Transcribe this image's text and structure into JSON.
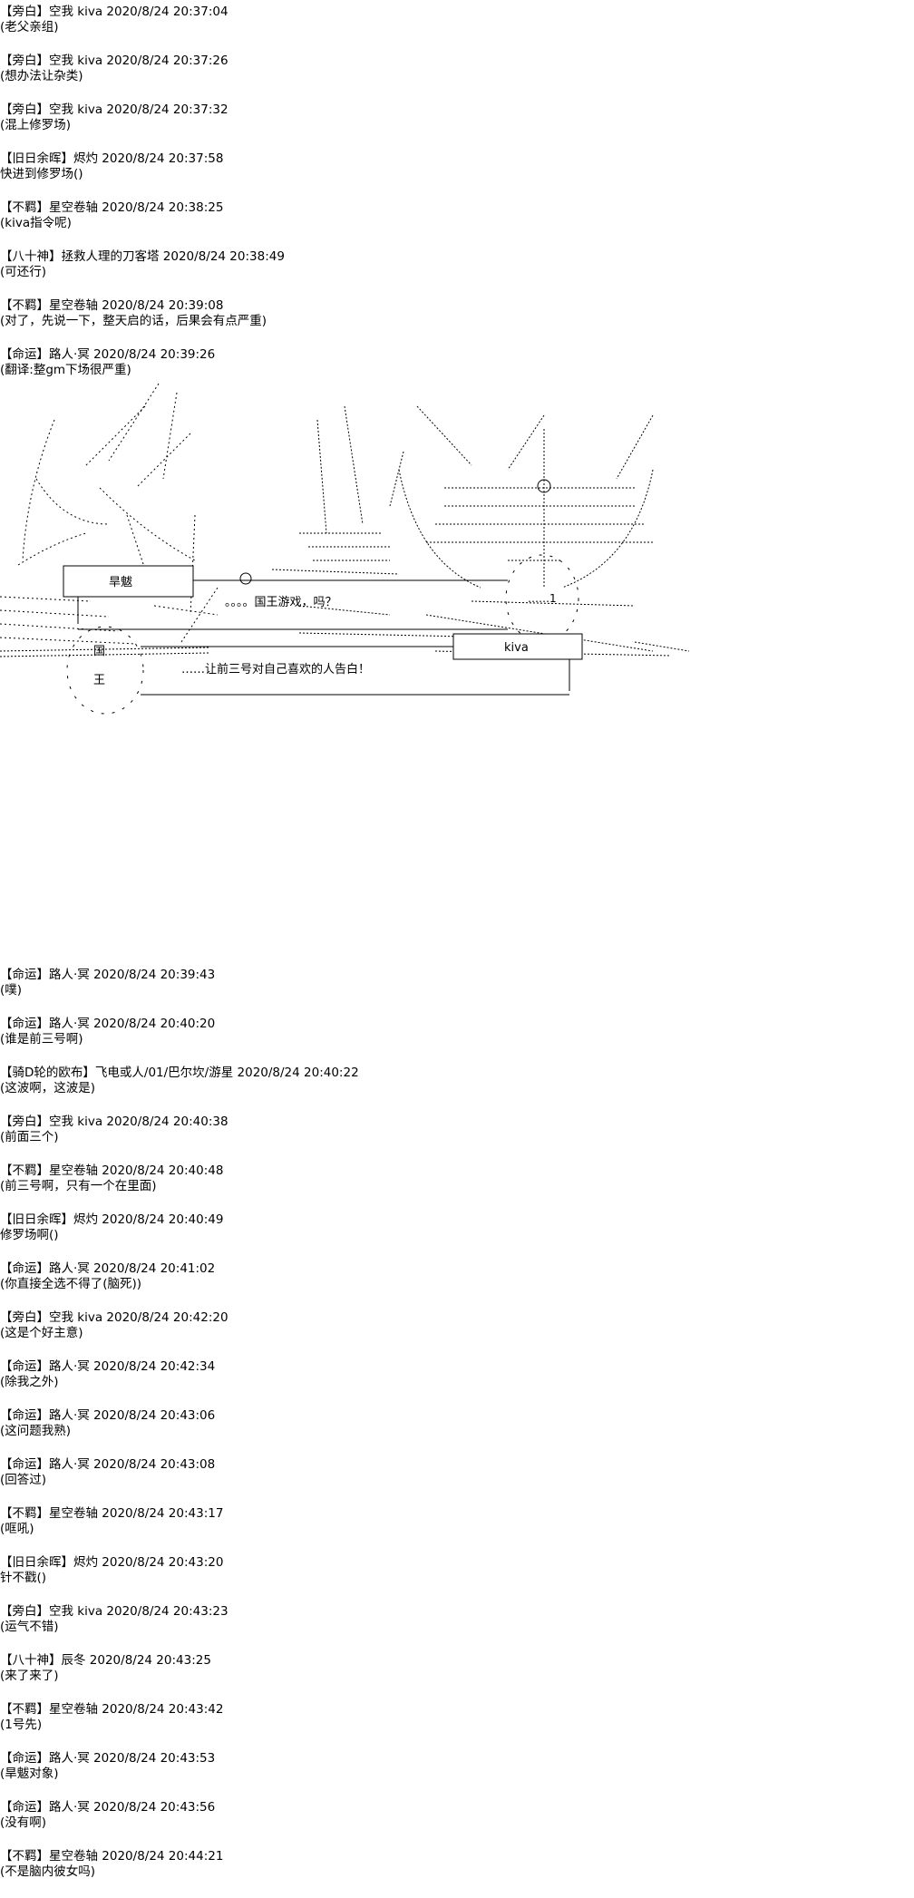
{
  "messages_before": [
    {
      "header": "【旁白】空我  kiva 2020/8/24 20:37:04",
      "body": "(老父亲组)"
    },
    {
      "header": "【旁白】空我  kiva 2020/8/24 20:37:26",
      "body": "(想办法让杂类)"
    },
    {
      "header": "【旁白】空我  kiva 2020/8/24 20:37:32",
      "body": "(混上修罗场)"
    },
    {
      "header": "【旧日余晖】烬灼 2020/8/24 20:37:58",
      "body": "快进到修罗场()"
    },
    {
      "header": "【不羁】星空卷轴 2020/8/24 20:38:25",
      "body": "(kiva指令呢)"
    },
    {
      "header": "【八十神】拯救人理的刀客塔 2020/8/24 20:38:49",
      "body": "(可还行)"
    },
    {
      "header": "【不羁】星空卷轴 2020/8/24 20:39:08",
      "body": "(对了，先说一下，整天启的话，后果会有点严重)"
    },
    {
      "header": "【命运】路人·冥 2020/8/24 20:39:26",
      "body": "(翻译:整gm下场很严重)"
    }
  ],
  "art": {
    "top_box_label": "旱魃",
    "top_dialog": "。。。。国王游戏，吗？",
    "top_bubble": "……1",
    "bottom_box_label": "kiva",
    "bottom_dialog": "……让前三号对自己喜欢的人告白！",
    "bottom_bubble_1": "国",
    "bottom_bubble_2": "王"
  },
  "messages_after": [
    {
      "header": "【命运】路人·冥 2020/8/24 20:39:43",
      "body": "(噗)"
    },
    {
      "header": "【命运】路人·冥 2020/8/24 20:40:20",
      "body": "(谁是前三号啊)"
    },
    {
      "header": "【骑D轮的欧布】飞电或人/01/巴尔坎/游星 2020/8/24 20:40:22",
      "body": "(这波啊，这波是)"
    },
    {
      "header": "【旁白】空我  kiva 2020/8/24 20:40:38",
      "body": "(前面三个)"
    },
    {
      "header": "【不羁】星空卷轴 2020/8/24 20:40:48",
      "body": "(前三号啊，只有一个在里面)"
    },
    {
      "header": "【旧日余晖】烬灼 2020/8/24 20:40:49",
      "body": "修罗场啊()"
    },
    {
      "header": "【命运】路人·冥 2020/8/24 20:41:02",
      "body": "(你直接全选不得了(脑死))"
    },
    {
      "header": "【旁白】空我  kiva 2020/8/24 20:42:20",
      "body": "(这是个好主意)"
    },
    {
      "header": "【命运】路人·冥 2020/8/24 20:42:34",
      "body": "(除我之外)"
    },
    {
      "header": "【命运】路人·冥 2020/8/24 20:43:06",
      "body": "(这问题我熟)"
    },
    {
      "header": "【命运】路人·冥 2020/8/24 20:43:08",
      "body": "(回答过)"
    },
    {
      "header": "【不羁】星空卷轴 2020/8/24 20:43:17",
      "body": "(哐吼)"
    },
    {
      "header": "【旧日余晖】烬灼 2020/8/24 20:43:20",
      "body": "针不戳()"
    },
    {
      "header": "【旁白】空我  kiva 2020/8/24 20:43:23",
      "body": "(运气不错)"
    },
    {
      "header": "【八十神】辰冬 2020/8/24 20:43:25",
      "body": "(来了来了)"
    },
    {
      "header": "【不羁】星空卷轴 2020/8/24 20:43:42",
      "body": "(1号先)"
    },
    {
      "header": "【命运】路人·冥 2020/8/24 20:43:53",
      "body": "(旱魃对象)"
    },
    {
      "header": "【命运】路人·冥 2020/8/24 20:43:56",
      "body": "(没有啊)"
    },
    {
      "header": "【不羁】星空卷轴 2020/8/24 20:44:21",
      "body": "(不是脑内彼女吗)"
    }
  ]
}
